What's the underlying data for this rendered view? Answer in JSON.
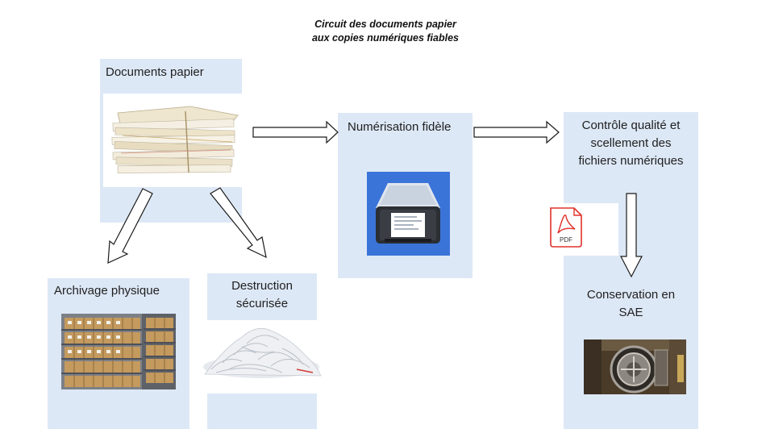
{
  "title": {
    "line1": "Circuit des documents papier",
    "line2": "aux copies numériques fiables"
  },
  "nodes": {
    "documents_papier": "Documents papier",
    "numerisation": "Numérisation fidèle",
    "controle_line1": "Contrôle qualité et",
    "controle_line2": "scellement des",
    "controle_line3": "fichiers numériques",
    "archivage": "Archivage physique",
    "destruction_line1": "Destruction",
    "destruction_line2": "sécurisée",
    "conservation_line1": "Conservation en",
    "conservation_line2": "SAE"
  },
  "icons": {
    "pdf_label": "PDF"
  },
  "colors": {
    "box_fill": "#dde8f6",
    "scanner_bg": "#3b74d9",
    "pdf_red": "#e0322b"
  }
}
